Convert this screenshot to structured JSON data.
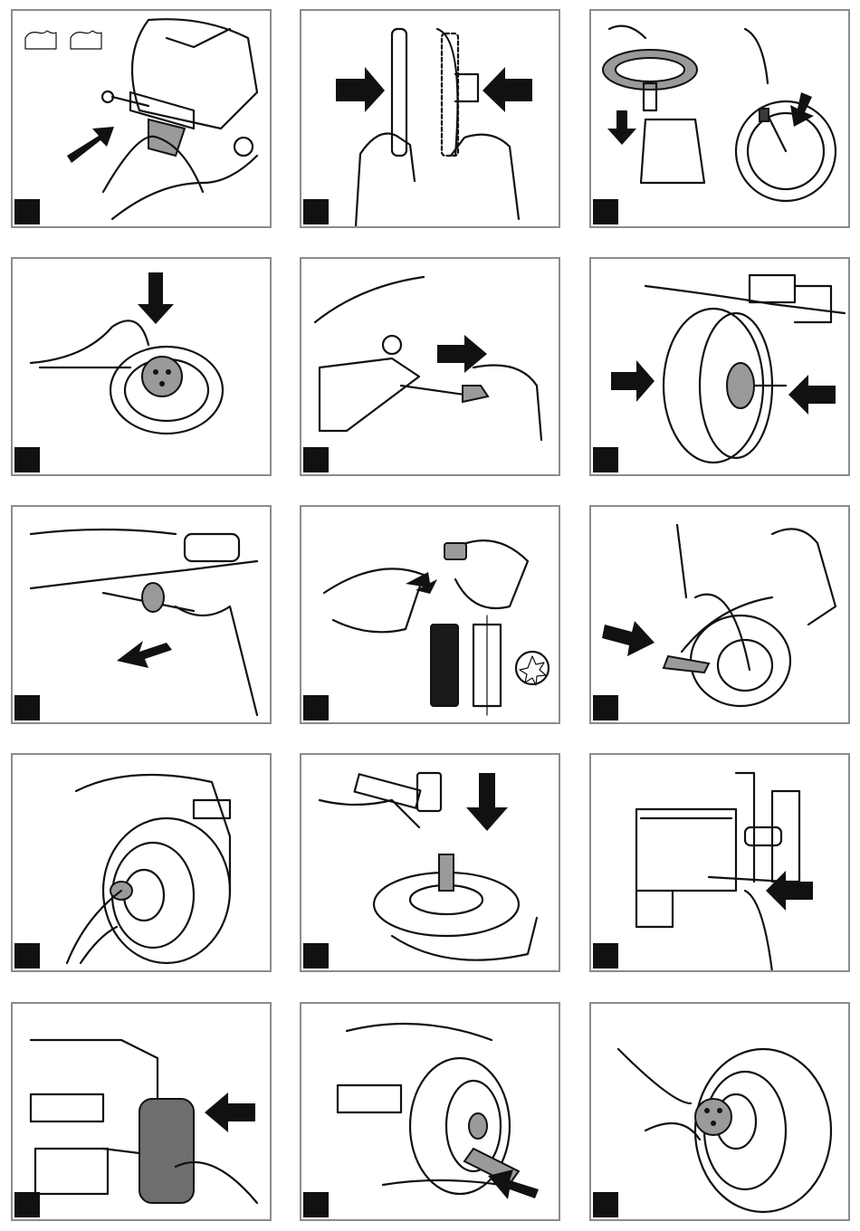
{
  "page": {
    "background": "#ffffff",
    "panel_border": "#8c8c8c",
    "ink": "#111111",
    "shade": "#9a9a9a"
  },
  "panels": [
    {
      "icon": "remove-front-axle-cover"
    },
    {
      "icon": "steering-wheel-halves"
    },
    {
      "icon": "insert-steering-wheel-screw"
    },
    {
      "icon": "press-steering-cap"
    },
    {
      "icon": "remove-axle-pin"
    },
    {
      "icon": "mount-front-wheel"
    },
    {
      "icon": "insert-axle-pin"
    },
    {
      "icon": "cap-and-spacer-parts"
    },
    {
      "icon": "hammer-cap-onto-axle"
    },
    {
      "icon": "front-wheel-hubcap"
    },
    {
      "icon": "hammer-rear-hub"
    },
    {
      "icon": "insert-rear-axle"
    },
    {
      "icon": "mount-rear-wheel"
    },
    {
      "icon": "tighten-rear-wheel"
    },
    {
      "icon": "rear-wheel-hubcap"
    }
  ]
}
